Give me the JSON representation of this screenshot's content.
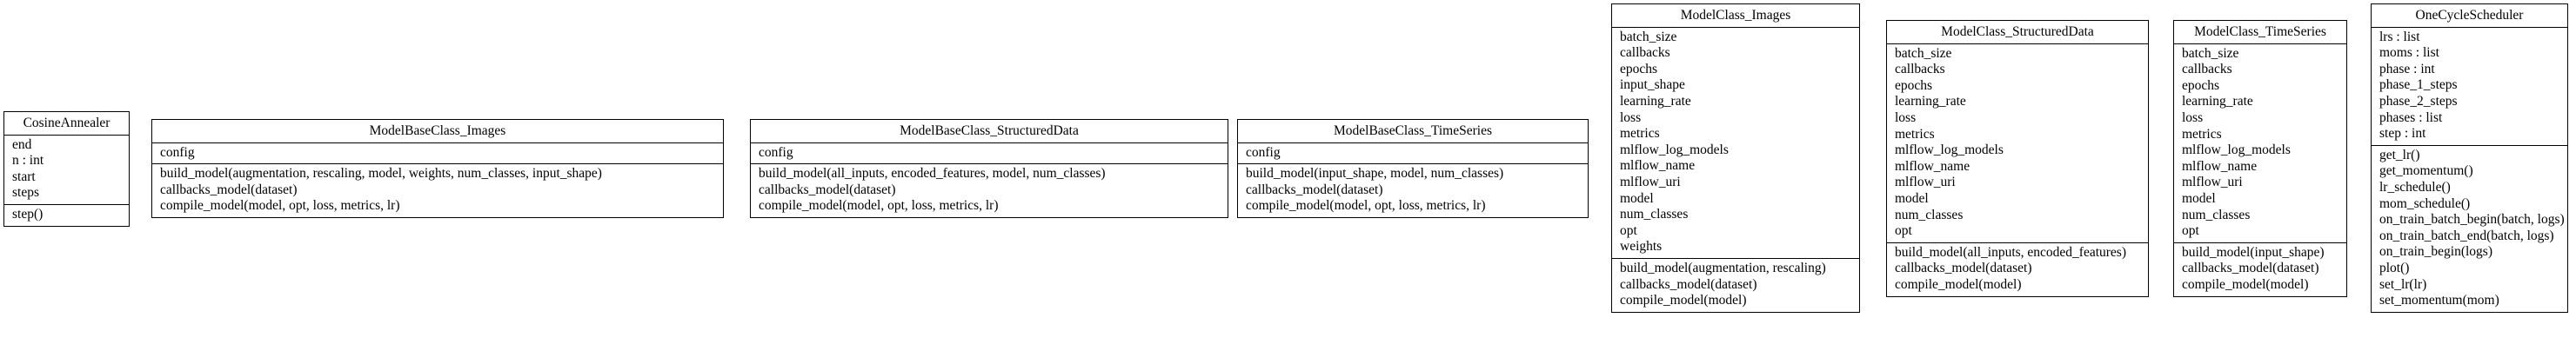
{
  "classes": [
    {
      "name": "CosineAnnealer",
      "attributes": [
        "end",
        "n : int",
        "start",
        "steps"
      ],
      "methods": [
        "step()"
      ]
    },
    {
      "name": "ModelBaseClass_Images",
      "attributes": [
        "config"
      ],
      "methods": [
        "build_model(augmentation, rescaling, model, weights, num_classes, input_shape)",
        "callbacks_model(dataset)",
        "compile_model(model, opt, loss, metrics, lr)"
      ]
    },
    {
      "name": "ModelBaseClass_StructuredData",
      "attributes": [
        "config"
      ],
      "methods": [
        "build_model(all_inputs, encoded_features, model, num_classes)",
        "callbacks_model(dataset)",
        "compile_model(model, opt, loss, metrics, lr)"
      ]
    },
    {
      "name": "ModelBaseClass_TimeSeries",
      "attributes": [
        "config"
      ],
      "methods": [
        "build_model(input_shape, model, num_classes)",
        "callbacks_model(dataset)",
        "compile_model(model, opt, loss, metrics, lr)"
      ]
    },
    {
      "name": "ModelClass_Images",
      "attributes": [
        "batch_size",
        "callbacks",
        "epochs",
        "input_shape",
        "learning_rate",
        "loss",
        "metrics",
        "mlflow_log_models",
        "mlflow_name",
        "mlflow_uri",
        "model",
        "num_classes",
        "opt",
        "weights"
      ],
      "methods": [
        "build_model(augmentation, rescaling)",
        "callbacks_model(dataset)",
        "compile_model(model)"
      ]
    },
    {
      "name": "ModelClass_StructuredData",
      "attributes": [
        "batch_size",
        "callbacks",
        "epochs",
        "learning_rate",
        "loss",
        "metrics",
        "mlflow_log_models",
        "mlflow_name",
        "mlflow_uri",
        "model",
        "num_classes",
        "opt"
      ],
      "methods": [
        "build_model(all_inputs, encoded_features)",
        "callbacks_model(dataset)",
        "compile_model(model)"
      ]
    },
    {
      "name": "ModelClass_TimeSeries",
      "attributes": [
        "batch_size",
        "callbacks",
        "epochs",
        "learning_rate",
        "loss",
        "metrics",
        "mlflow_log_models",
        "mlflow_name",
        "mlflow_uri",
        "model",
        "num_classes",
        "opt"
      ],
      "methods": [
        "build_model(input_shape)",
        "callbacks_model(dataset)",
        "compile_model(model)"
      ]
    },
    {
      "name": "OneCycleScheduler",
      "attributes": [
        "lrs : list",
        "moms : list",
        "phase : int",
        "phase_1_steps",
        "phase_2_steps",
        "phases : list",
        "step : int"
      ],
      "methods": [
        "get_lr()",
        "get_momentum()",
        "lr_schedule()",
        "mom_schedule()",
        "on_train_batch_begin(batch, logs)",
        "on_train_batch_end(batch, logs)",
        "on_train_begin(logs)",
        "plot()",
        "set_lr(lr)",
        "set_momentum(mom)"
      ]
    }
  ]
}
